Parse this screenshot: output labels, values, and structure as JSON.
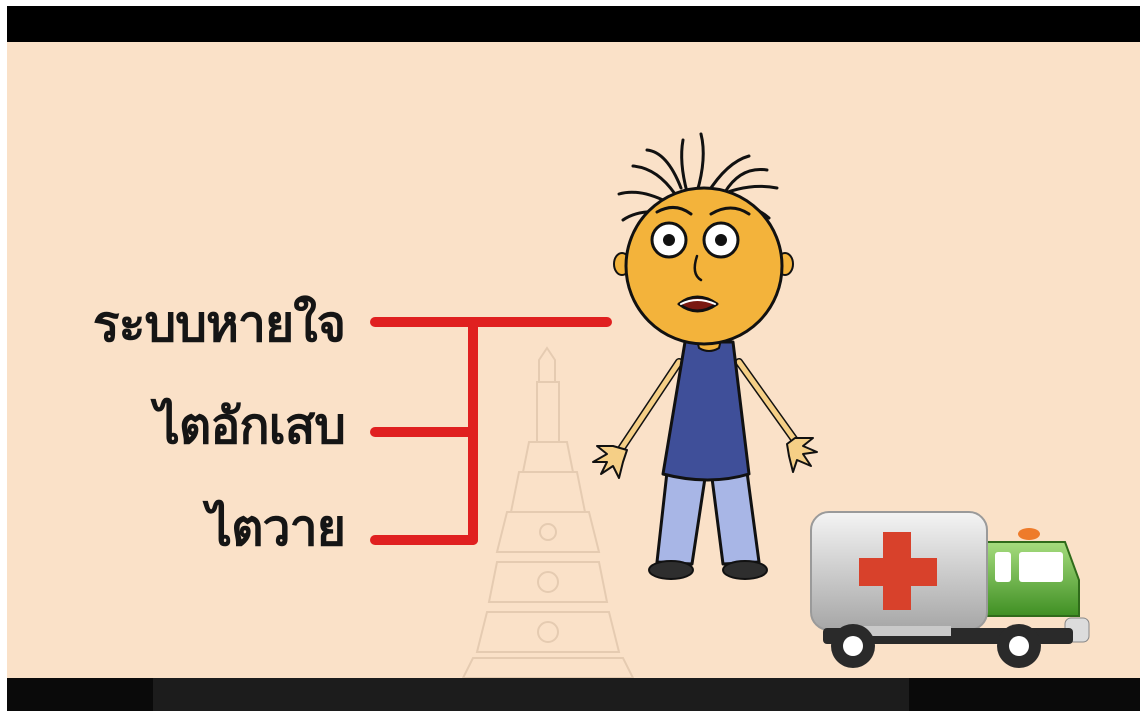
{
  "labels": {
    "item_1": "ระบบหายใจ",
    "item_2": "ไตอักเสบ",
    "item_3": "ไตวาย"
  },
  "icons": {
    "character": "worried-person-illustration",
    "vehicle": "ambulance-icon",
    "watermark": "temple-spire-watermark"
  },
  "colors": {
    "background": "#fae1c8",
    "letterbox": "#000000",
    "connector_line": "#e02020",
    "text": "#151515"
  }
}
